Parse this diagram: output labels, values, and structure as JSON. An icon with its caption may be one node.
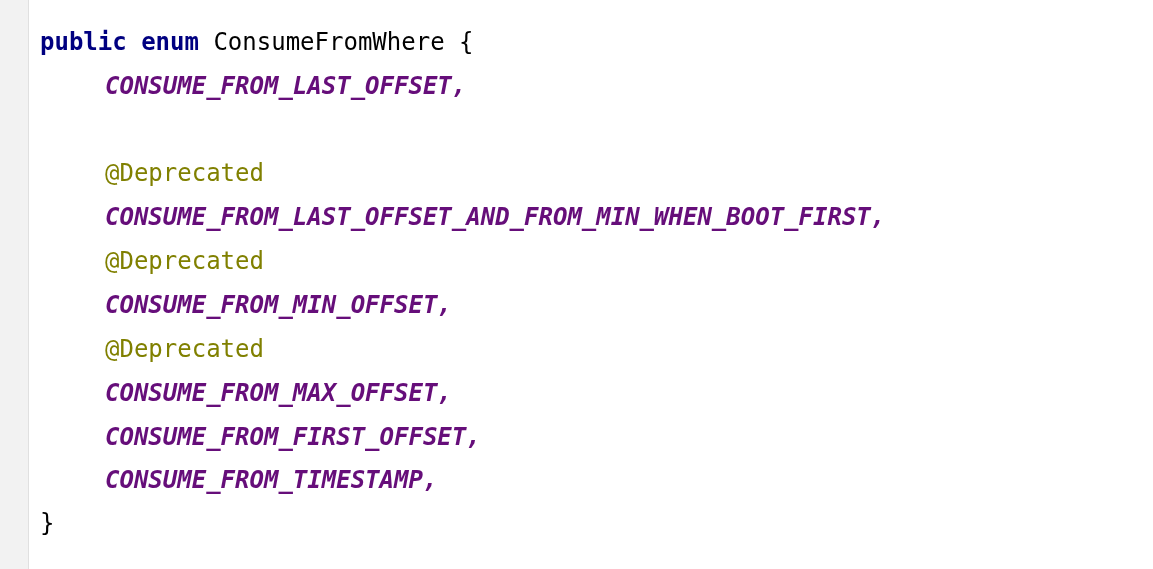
{
  "diagram": {
    "labels": [
      "**public** **enum** ConsumeFromWhere {",
      "CONSUME_FROM_LAST_OFFSET,",
      "@Deprecated",
      "CONSUME_FROM_LAST_OFFSET_AND_FROM_MIN_WHEN_BOOT_FIRST,",
      "@Deprecated",
      "CONSUME_FROM_MIN_OFFSET,",
      "@Deprecated",
      "CONSUME_FROM_MAX_OFFSET,",
      "CONSUME_FROM_FIRST_OFFSET,",
      "CONSUME_FROM_TIMESTAMP,",
      "}"
    ]
  }
}
